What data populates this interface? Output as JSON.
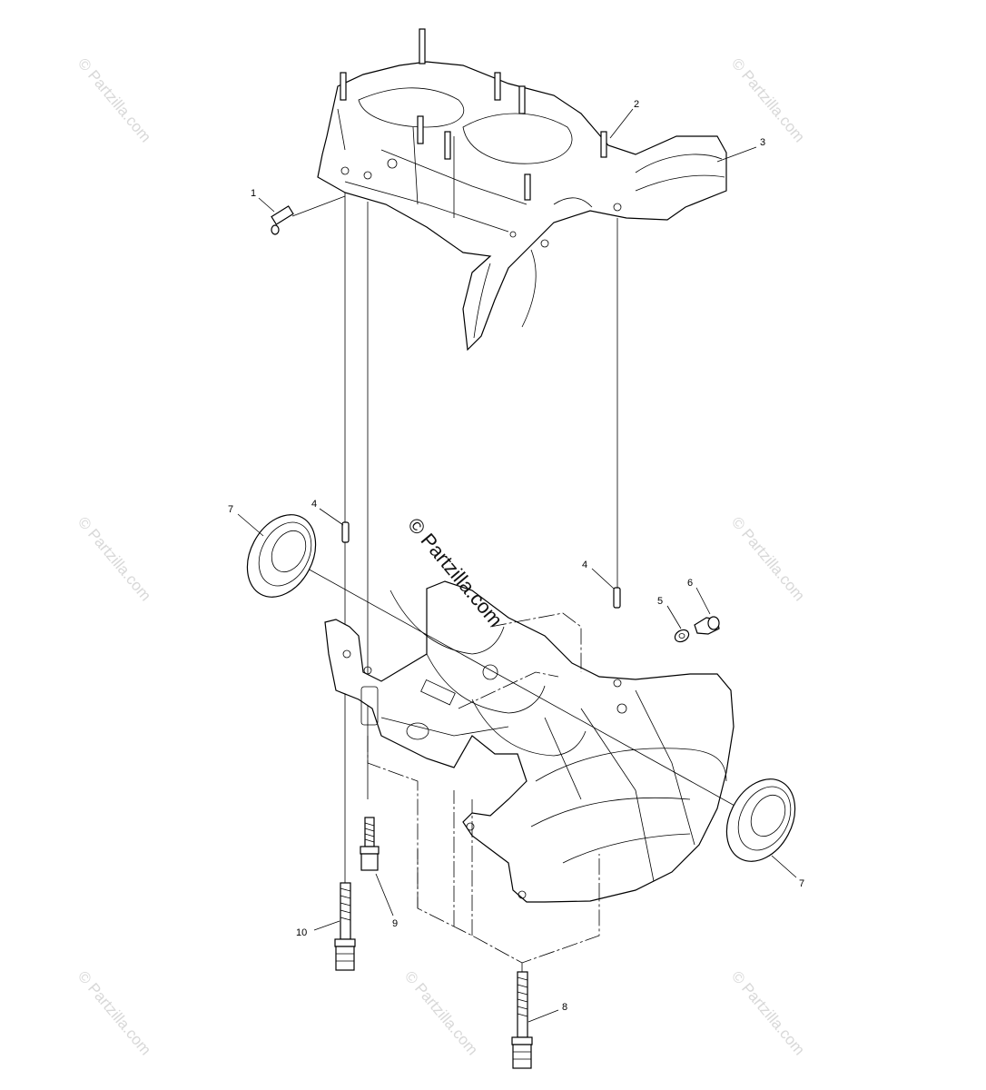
{
  "watermark": {
    "text": "© Partzilla.com"
  },
  "callouts": [
    {
      "id": "c1",
      "label": "1"
    },
    {
      "id": "c2",
      "label": "2"
    },
    {
      "id": "c3",
      "label": "3"
    },
    {
      "id": "c4a",
      "label": "4"
    },
    {
      "id": "c4b",
      "label": "4"
    },
    {
      "id": "c5",
      "label": "5"
    },
    {
      "id": "c6",
      "label": "6"
    },
    {
      "id": "c7a",
      "label": "7"
    },
    {
      "id": "c7b",
      "label": "7"
    },
    {
      "id": "c8",
      "label": "8"
    },
    {
      "id": "c9",
      "label": "9"
    },
    {
      "id": "c10",
      "label": "10"
    }
  ]
}
